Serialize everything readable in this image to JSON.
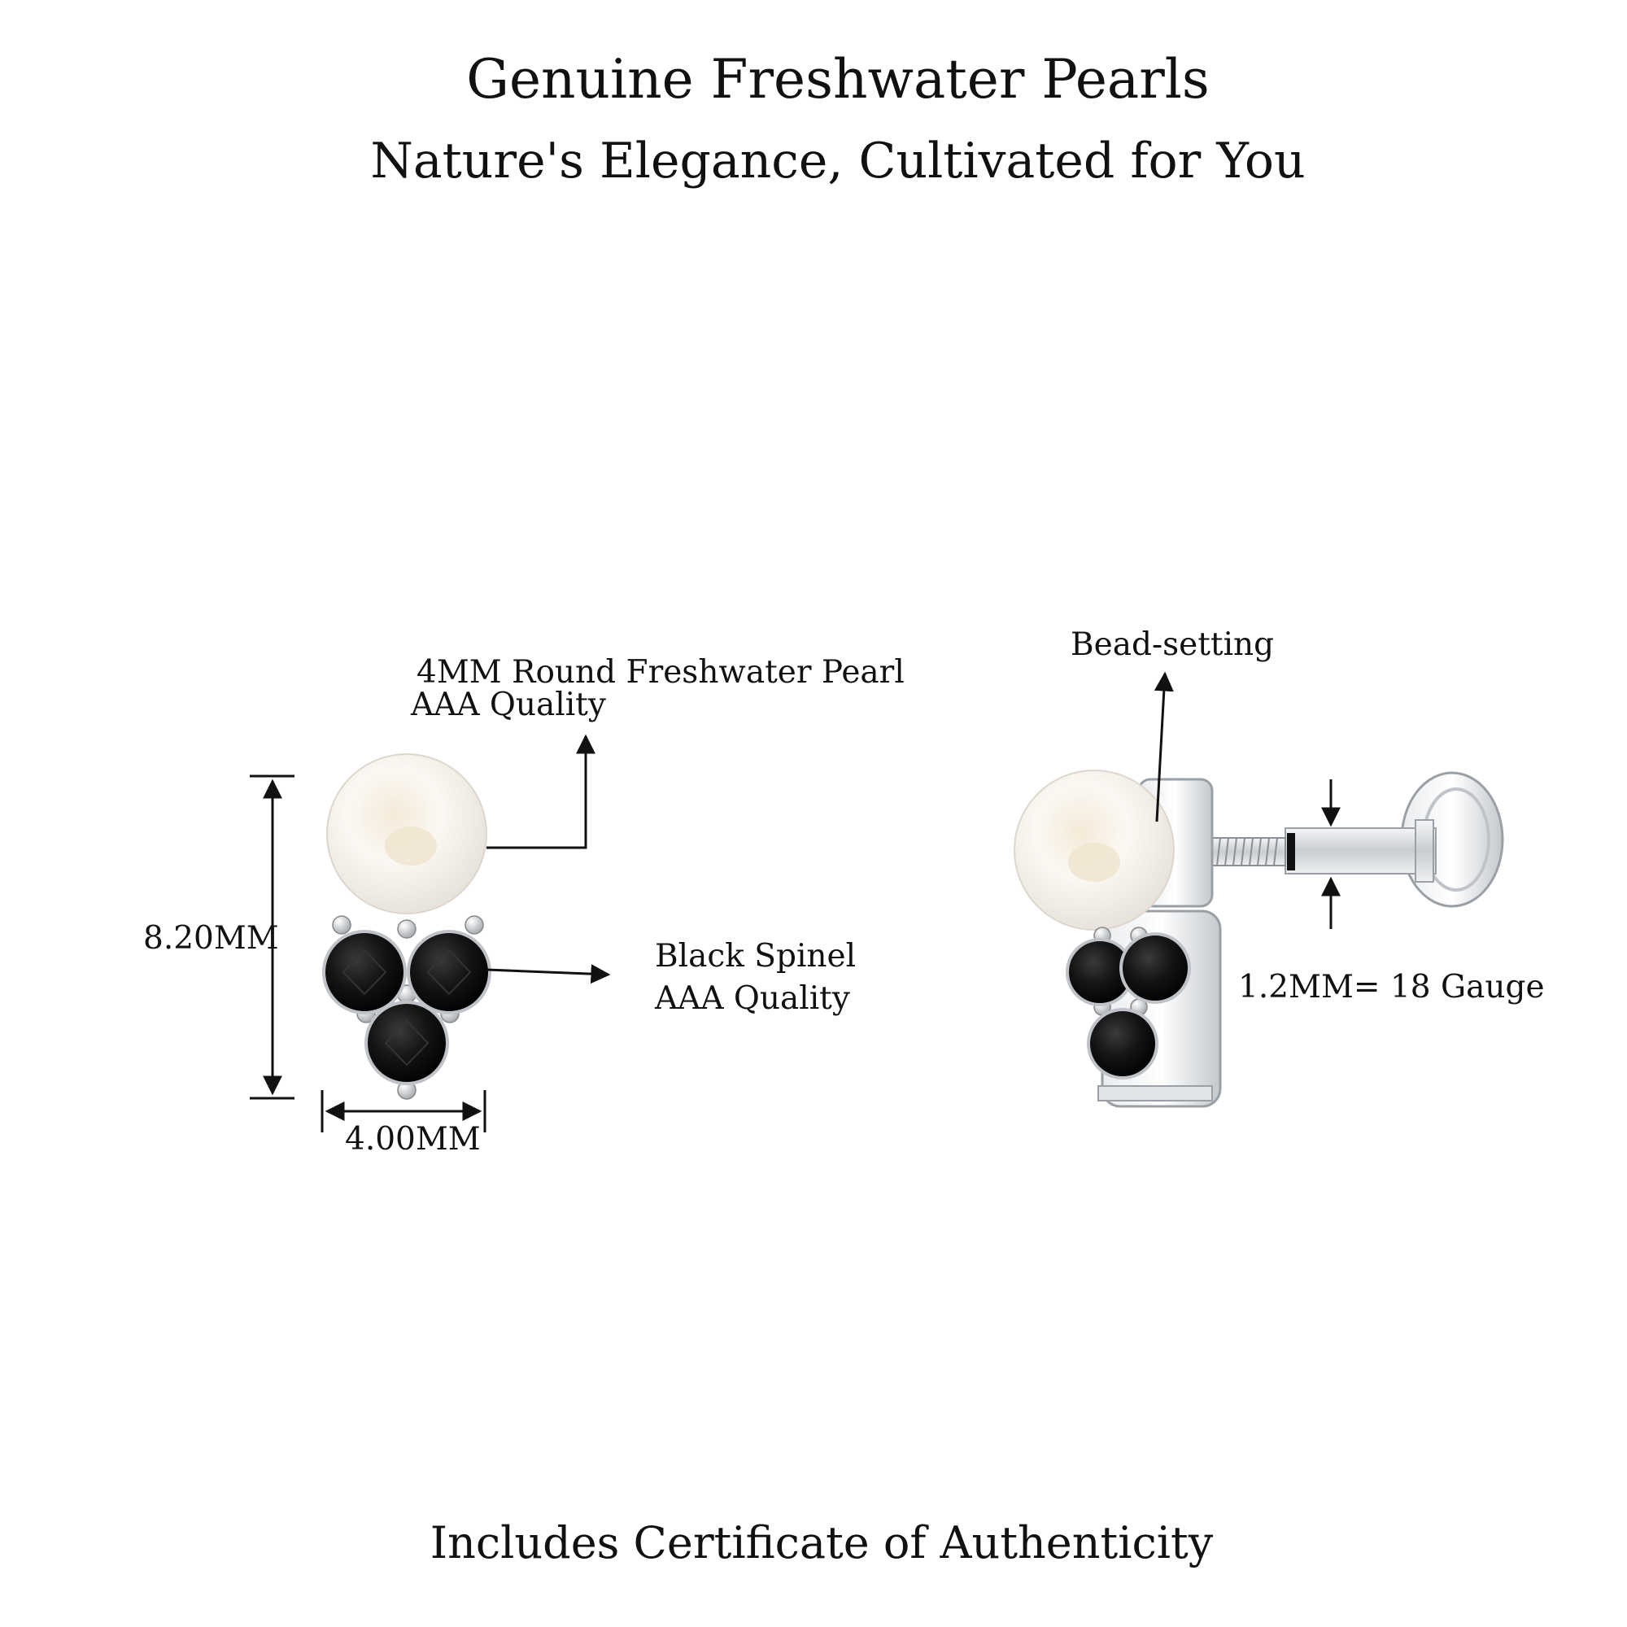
{
  "header": {
    "title": "Genuine Freshwater Pearls",
    "subtitle": "Nature's Elegance, Cultivated for You"
  },
  "front_view": {
    "pearl_label_line1": "4MM Round Freshwater Pearl",
    "pearl_label_line2": "AAA Quality",
    "spinel_label_line1": "Black Spinel",
    "spinel_label_line2": "AAA Quality",
    "height_dimension": "8.20MM",
    "width_dimension": "4.00MM"
  },
  "side_view": {
    "setting_label": "Bead-setting",
    "gauge_label": "1.2MM=  18 Gauge"
  },
  "footer": {
    "certificate_text": "Includes Certificate of Authenticity"
  },
  "colors": {
    "pearl": "#f7f3ee",
    "spinel": "#111111",
    "metal": "#d9dcdf",
    "line": "#111111"
  }
}
